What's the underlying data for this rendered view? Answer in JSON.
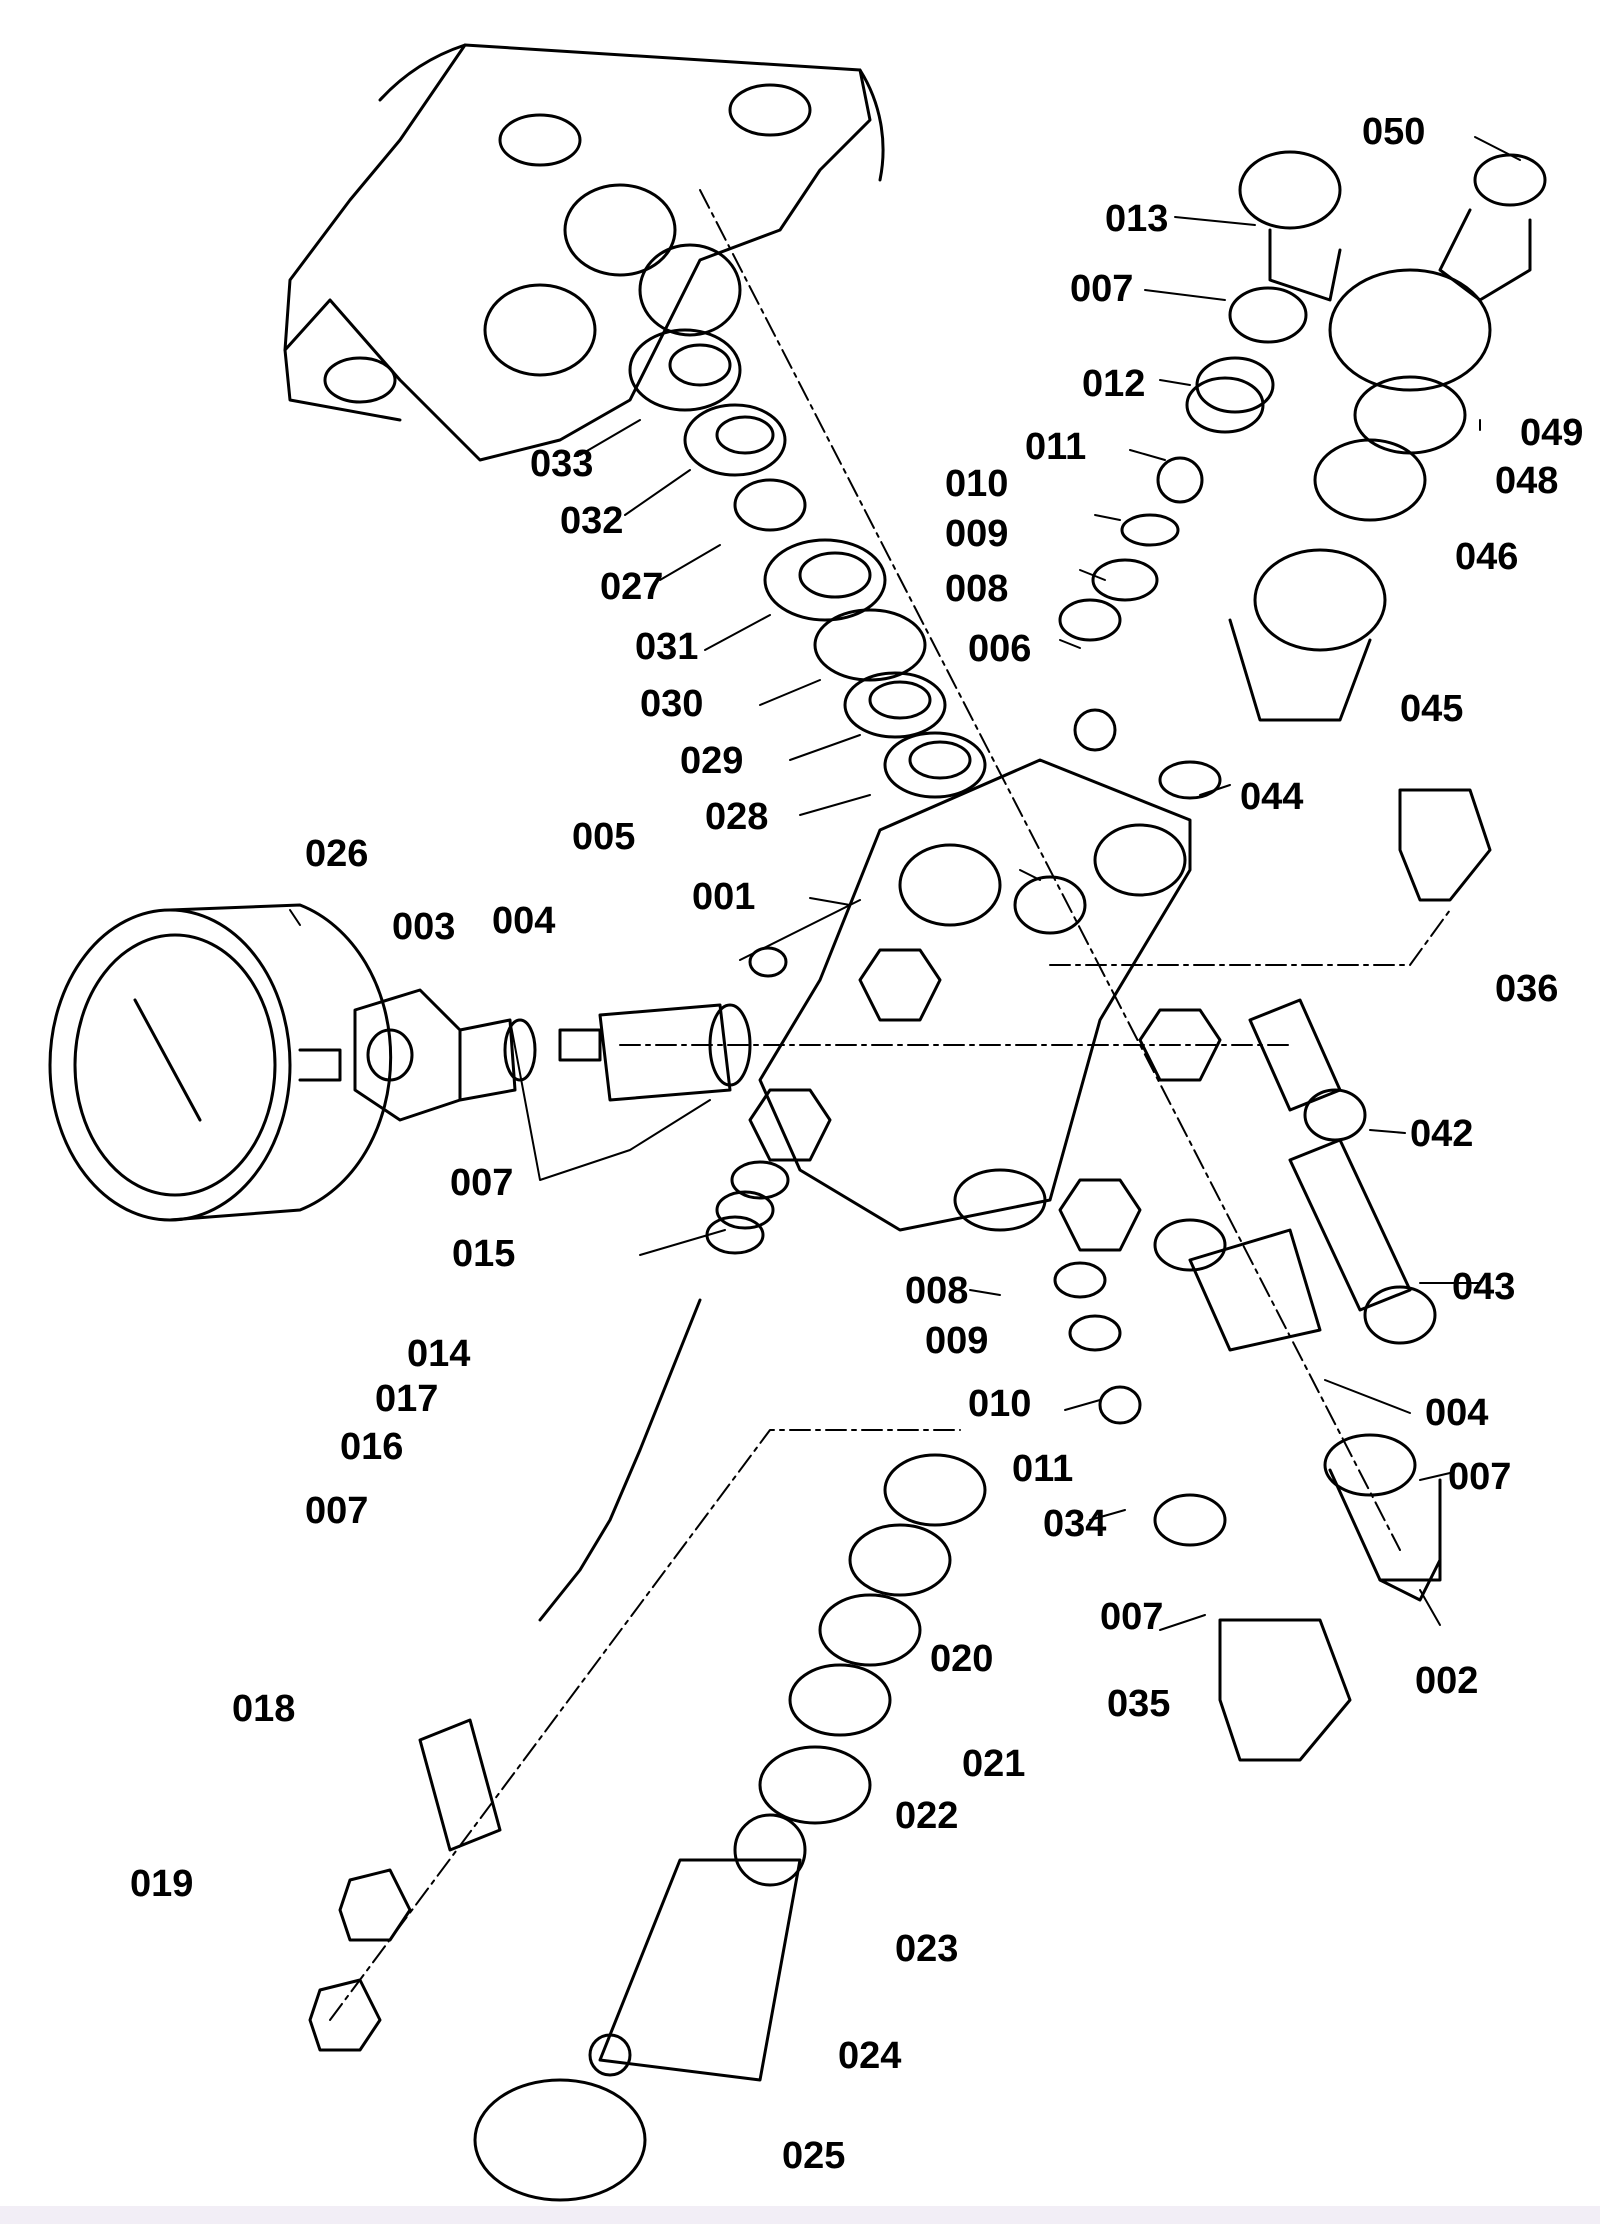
{
  "diagram": {
    "type": "exploded-parts-diagram",
    "subject": "pump unloader / pressure regulator valve assembly",
    "line_color": "#000000",
    "background_color": "#ffffff",
    "callouts": [
      {
        "id": "c050",
        "label": "050"
      },
      {
        "id": "c013",
        "label": "013"
      },
      {
        "id": "c007a",
        "label": "007"
      },
      {
        "id": "c012",
        "label": "012"
      },
      {
        "id": "c049",
        "label": "049"
      },
      {
        "id": "c048",
        "label": "048"
      },
      {
        "id": "c011a",
        "label": "011"
      },
      {
        "id": "c010a",
        "label": "010"
      },
      {
        "id": "c033",
        "label": "033"
      },
      {
        "id": "c032",
        "label": "032"
      },
      {
        "id": "c046",
        "label": "046"
      },
      {
        "id": "c009a",
        "label": "009"
      },
      {
        "id": "c027",
        "label": "027"
      },
      {
        "id": "c008a",
        "label": "008"
      },
      {
        "id": "c031",
        "label": "031"
      },
      {
        "id": "c006",
        "label": "006"
      },
      {
        "id": "c030",
        "label": "030"
      },
      {
        "id": "c045",
        "label": "045"
      },
      {
        "id": "c029",
        "label": "029"
      },
      {
        "id": "c028",
        "label": "028"
      },
      {
        "id": "c044",
        "label": "044"
      },
      {
        "id": "c026",
        "label": "026"
      },
      {
        "id": "c005",
        "label": "005"
      },
      {
        "id": "c001",
        "label": "001"
      },
      {
        "id": "c003",
        "label": "003"
      },
      {
        "id": "c004a",
        "label": "004"
      },
      {
        "id": "c036",
        "label": "036"
      },
      {
        "id": "c042",
        "label": "042"
      },
      {
        "id": "c007b",
        "label": "007"
      },
      {
        "id": "c015",
        "label": "015"
      },
      {
        "id": "c043",
        "label": "043"
      },
      {
        "id": "c008b",
        "label": "008"
      },
      {
        "id": "c009b",
        "label": "009"
      },
      {
        "id": "c014",
        "label": "014"
      },
      {
        "id": "c010b",
        "label": "010"
      },
      {
        "id": "c004b",
        "label": "004"
      },
      {
        "id": "c017",
        "label": "017"
      },
      {
        "id": "c011b",
        "label": "011"
      },
      {
        "id": "c007c",
        "label": "007"
      },
      {
        "id": "c016",
        "label": "016"
      },
      {
        "id": "c034",
        "label": "034"
      },
      {
        "id": "c007d",
        "label": "007"
      },
      {
        "id": "c020",
        "label": "020"
      },
      {
        "id": "c007e",
        "label": "007"
      },
      {
        "id": "c002",
        "label": "002"
      },
      {
        "id": "c018",
        "label": "018"
      },
      {
        "id": "c035",
        "label": "035"
      },
      {
        "id": "c021",
        "label": "021"
      },
      {
        "id": "c022",
        "label": "022"
      },
      {
        "id": "c019",
        "label": "019"
      },
      {
        "id": "c023",
        "label": "023"
      },
      {
        "id": "c024",
        "label": "024"
      },
      {
        "id": "c025",
        "label": "025"
      }
    ]
  }
}
